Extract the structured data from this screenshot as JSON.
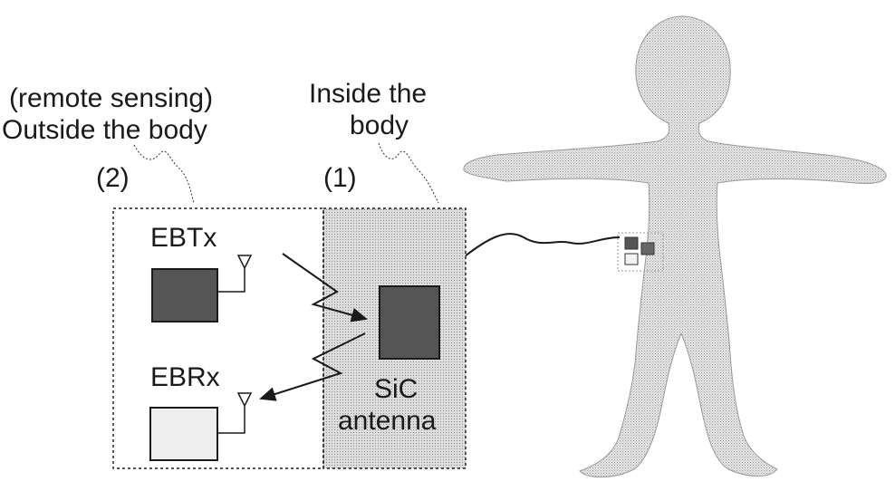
{
  "labels": {
    "outside_line1": "(remote sensing)",
    "outside_line2": "Outside the body",
    "inside_line1": "Inside the",
    "inside_line2": "body",
    "marker_outside": "(2)",
    "marker_inside": "(1)",
    "transmitter": "EBTx",
    "receiver": "EBRx",
    "antenna_line1": "SiC",
    "antenna_line2": "antenna"
  },
  "colors": {
    "outline": "#1a1a1a",
    "inside_region_fill": "#d6d6d6",
    "body_fill": "#cfcfcf",
    "dark_block": "#555555",
    "light_block": "#eeeeee"
  }
}
